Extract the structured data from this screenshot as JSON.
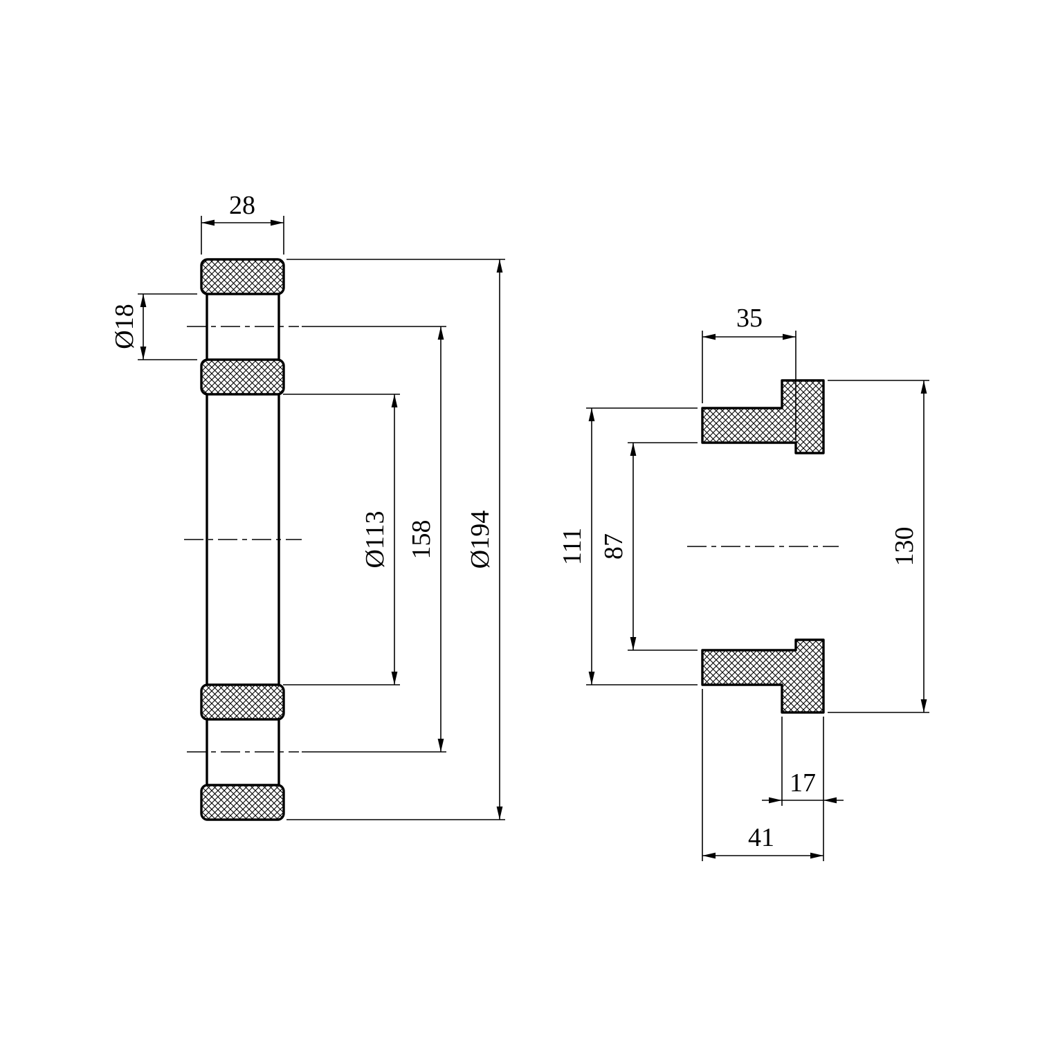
{
  "drawing": {
    "colors": {
      "background": "#ffffff",
      "line": "#000000"
    },
    "left_view": {
      "dims": {
        "thickness": "28",
        "bolt_hole": "Ø18",
        "bore": "Ø113",
        "bolt_circle": "158",
        "outer": "Ø194"
      }
    },
    "right_view": {
      "dims": {
        "bore_depth": "35",
        "sleeve_od": "111",
        "bore": "87",
        "flange_od": "130",
        "flange_thickness": "17",
        "overall_length": "41"
      }
    }
  }
}
